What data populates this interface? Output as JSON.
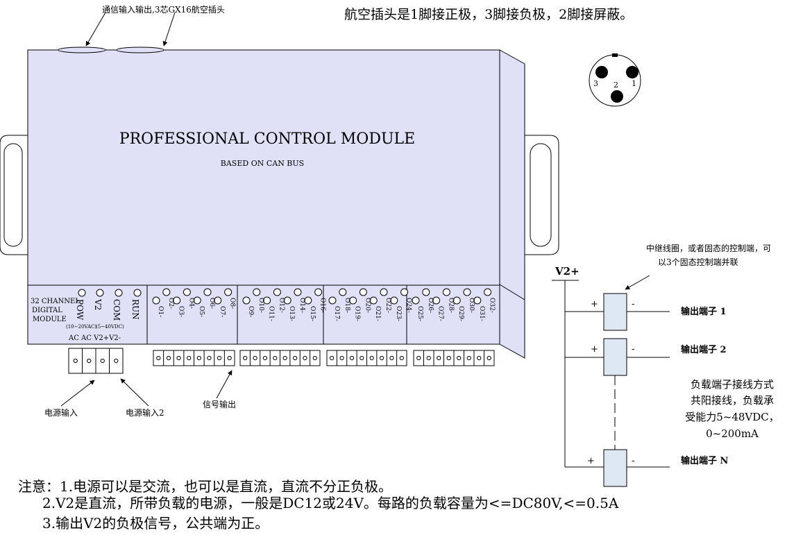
{
  "labels": {
    "connector_caption": "通信输入输出,3芯GX16航空插头",
    "pin_note": "航空插头是1脚接正极，3脚接负极，2脚接屏蔽。",
    "module_title": "PROFESSIONAL CONTROL MODULE",
    "module_subtitle": "BASED ON CAN BUS",
    "channel_line1": "32 CHANNEL",
    "channel_line2": "DIGITAL",
    "channel_line3": "MODULE",
    "pow": "POW",
    "v2": "V2",
    "com": "COM",
    "run": "RUN",
    "ac_range": "(10~20VAC)",
    "dc_range": "(5~40VDC)",
    "terminal_labels": "AC AC V2+V2-",
    "power_input": "电源输入",
    "power_input2": "电源输入2",
    "signal_output": "信号输出",
    "relay_note_line1": "中继线圈，或者固态的控制端，可",
    "relay_note_line2": "以3个固态控制端并联",
    "v2_plus": "V2+",
    "plus": "+",
    "minus": "-",
    "out1": "输出端子 1",
    "out2": "输出端子 2",
    "outN": "输出端子 N",
    "load_line1": "负载端子接线方式",
    "load_line2": "共阳接线，负载承",
    "load_line3": "受能力5~48VDC，",
    "load_line4": "0~200mA",
    "note1": "注意：1.电源可以是交流，也可以是直流，直流不分正负极。",
    "note2": "2.V2是直流，所带负载的电源，一般是DC12或24V。每路的负载容量为<=DC80V,<=0.5A",
    "note3": "3.输出V2的负极信号，公共端为正。",
    "pin1": "1",
    "pin2": "2",
    "pin3": "3"
  },
  "outputs": [
    "O1-",
    "O2-",
    "O3-",
    "O4-",
    "O5-",
    "O6-",
    "O7-",
    "O8-",
    "O9-",
    "O10-",
    "O11-",
    "O12-",
    "O13-",
    "O14-",
    "O15-",
    "O16-",
    "O17-",
    "O18-",
    "O19-",
    "O20-",
    "O21-",
    "O22-",
    "O23-",
    "O24-",
    "O25-",
    "O26-",
    "O27-",
    "O28-",
    "O29-",
    "O30-",
    "O31-",
    "O32-"
  ],
  "colors": {
    "module_fill": "#e0e0f6",
    "relay_fill": "#dde8f4",
    "stroke": "#000000"
  }
}
